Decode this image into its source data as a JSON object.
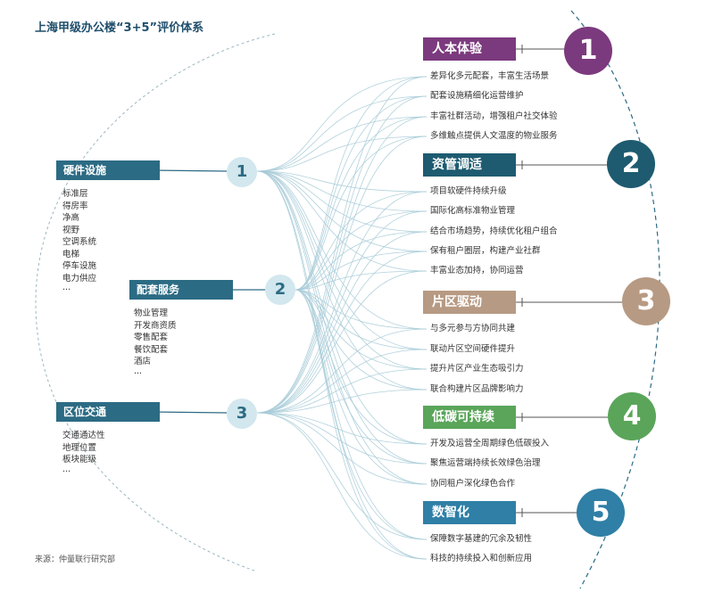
{
  "title": "上海甲级办公楼“3+5”评价体系",
  "source": "来源：仲量联行研究部",
  "left_groups": [
    {
      "number": "1",
      "label": "硬件设施",
      "items": [
        "标准层",
        "得房率",
        "净高",
        "视野",
        "空调系统",
        "电梯",
        "停车设施",
        "电力供应",
        "···"
      ]
    },
    {
      "number": "2",
      "label": "配套服务",
      "items": [
        "物业管理",
        "开发商资质",
        "零售配套",
        "餐饮配套",
        "酒店",
        "···"
      ]
    },
    {
      "number": "3",
      "label": "区位交通",
      "items": [
        "交通通达性",
        "地理位置",
        "板块能级",
        "···"
      ]
    }
  ],
  "categories": [
    {
      "number": "1",
      "label": "人本体验",
      "color": "#7b3a7e",
      "items": [
        "差异化多元配套，丰富生活场景",
        "配套设施精细化运营维护",
        "丰富社群活动，增强租户社交体验",
        "多维触点提供人文温度的物业服务"
      ]
    },
    {
      "number": "2",
      "label": "资管调适",
      "color": "#1e5b70",
      "items": [
        "项目软硬件持续升级",
        "国际化高标准物业管理",
        "结合市场趋势，持续优化租户组合",
        "保有租户圈层，构建产业社群",
        "丰富业态加持，协同运营"
      ]
    },
    {
      "number": "3",
      "label": "片区驱动",
      "color": "#b79a83",
      "items": [
        "与多元参与方协同共建",
        "联动片区空间硬件提升",
        "提升片区产业生态吸引力",
        "联合构建片区品牌影响力"
      ]
    },
    {
      "number": "4",
      "label": "低碳可持续",
      "color": "#5aa55a",
      "items": [
        "开发及运营全周期绿色低碳投入",
        "聚焦运营端持续长效绿色治理",
        "协同租户深化绿色合作"
      ]
    },
    {
      "number": "5",
      "label": "数智化",
      "color": "#2f7fa6",
      "items": [
        "保障数字基建的冗余及韧性",
        "科技的持续投入和创新应用"
      ]
    }
  ]
}
